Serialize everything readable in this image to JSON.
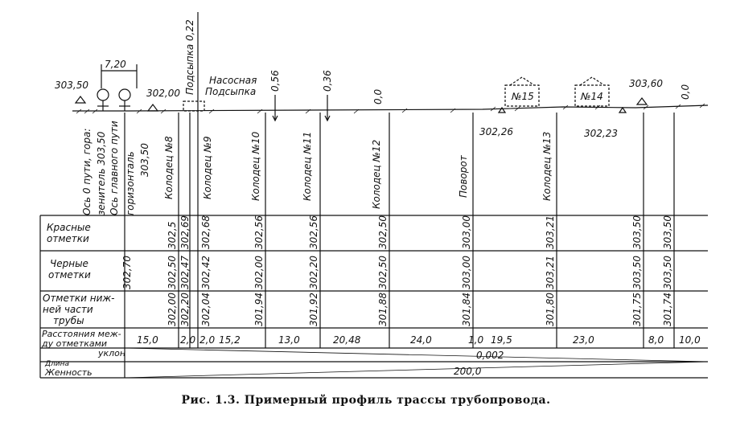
{
  "caption": "Рис. 1.3. Примерный профиль трассы трубопровода.",
  "top_labels": {
    "dim_width": "7,20",
    "elev_left": "303,50",
    "elev_well8": "302,00",
    "fill_022": "Подсыпка 0,22",
    "pump_line1": "Насосная",
    "pump_line2": "Подсыпка",
    "mark_056": "0,56",
    "mark_036": "0,36",
    "mark_00_mid": "0,0",
    "tank_15": "№15",
    "tank_14": "№14",
    "elev_right": "303,60",
    "mark_00_right": "0,0",
    "elev_30226": "302,26",
    "elev_30223": "302,23"
  },
  "vertical_labels": {
    "axis_track": "Ось 0 пути, гора:",
    "zenith": "зенитель 303,50",
    "main_track": "Ось главного пути",
    "horizontal": "горизонталь",
    "h_value": "303,50",
    "well8": "Колодец №8",
    "well9": "Колодец №9",
    "well10": "Колодец №10",
    "well11": "Колодец №11",
    "well12": "Колодец №12",
    "turn": "Поворот",
    "well13": "Колодец №13"
  },
  "row_labels": {
    "red_1": "Красные",
    "red_2": "отметки",
    "black_1": "Черные",
    "black_2": "отметки",
    "bottom_1": "Отметки ниж-",
    "bottom_2": "ней части",
    "bottom_3": "трубы",
    "dist_1": "Расстояния меж-",
    "dist_2": "ду отметками",
    "slope": "уклон",
    "length_1": "Длина",
    "length_2": "Женность"
  },
  "red_marks": [
    "302,5",
    "302,69",
    "302,68",
    "302,56",
    "302,56",
    "302,50",
    "303,00",
    "303,21",
    "303,50",
    "303,50"
  ],
  "black_marks": [
    "302,70",
    "302,50",
    "302,47",
    "302,42",
    "302,00",
    "302,20",
    "302,50",
    "303,00",
    "303,21",
    "303,50",
    "303,50"
  ],
  "pipe_bottom_marks": [
    "302,00",
    "302,20",
    "302,04",
    "301,94",
    "301,92",
    "301,88",
    "301,84",
    "301,80",
    "301,75",
    "301,74"
  ],
  "distances": [
    "15,0",
    "2,0",
    "2,0",
    "15,2",
    "13,0",
    "20,48",
    "24,0",
    "1,0",
    "19,5",
    "23,0",
    "8,0",
    "10,0"
  ],
  "slope_value": "0,002",
  "length_value": "200,0"
}
